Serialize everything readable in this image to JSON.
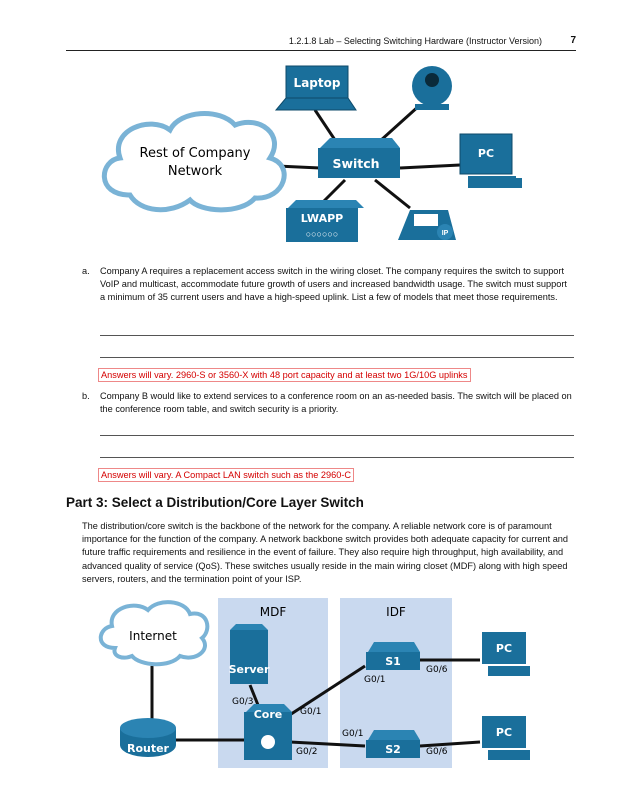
{
  "header": {
    "title": "1.2.1.8 Lab – Selecting Switching Hardware (Instructor Version)",
    "page": "7"
  },
  "diagram1": {
    "laptop": "Laptop",
    "cloud": [
      "Rest of Company",
      "Network"
    ],
    "switch": "Switch",
    "pc": "PC",
    "lwapp": "LWAPP",
    "ip": "IP"
  },
  "itemA": {
    "label": "a.",
    "text": "Company A requires a replacement access switch in the wiring closet. The company requires the switch to support VoIP and multicast, accommodate future growth of users and increased bandwidth usage. The switch must support a minimum of 35 current users and have a high-speed uplink. List a few of models that meet those requirements.",
    "answer": "Answers will vary. 2960-S or 3560-X with 48 port capacity and at least two 1G/10G uplinks"
  },
  "itemB": {
    "label": "b.",
    "text": "Company B would like to extend services to a conference room on an as-needed basis. The switch will be placed on the conference room table, and switch security is a priority.",
    "answer": "Answers will vary. A Compact LAN switch such as the 2960-C"
  },
  "part3": {
    "heading": "Part 3:   Select a Distribution/Core Layer Switch",
    "text": "The distribution/core switch is the backbone of the network for the company. A reliable network core is of paramount importance for the function of the company. A network backbone switch provides both adequate capacity for current and future traffic requirements and resilience in the event of failure. They also require high throughput, high availability, and advanced quality of service (QoS). These switches usually reside in the main wiring closet (MDF) along with high speed servers, routers, and the termination point of your ISP."
  },
  "diagram2": {
    "mdf": "MDF",
    "idf": "IDF",
    "internet": "Internet",
    "server": "Server",
    "router": "Router",
    "core": "Core",
    "s1": "S1",
    "s2": "S2",
    "pc1": "PC",
    "pc2": "PC",
    "ports": {
      "core_g03": "G0/3",
      "core_g01": "G0/1",
      "core_g02": "G0/2",
      "s1_g01": "G0/1",
      "s1_g06": "G0/6",
      "s2_g01": "G0/1",
      "s2_g06": "G0/6"
    }
  },
  "colors": {
    "device_blue": "#1a6f9b",
    "zone_fill": "#c9d9ef",
    "answer_red": "#d40000",
    "cloud_border": "#7ab3d6"
  }
}
